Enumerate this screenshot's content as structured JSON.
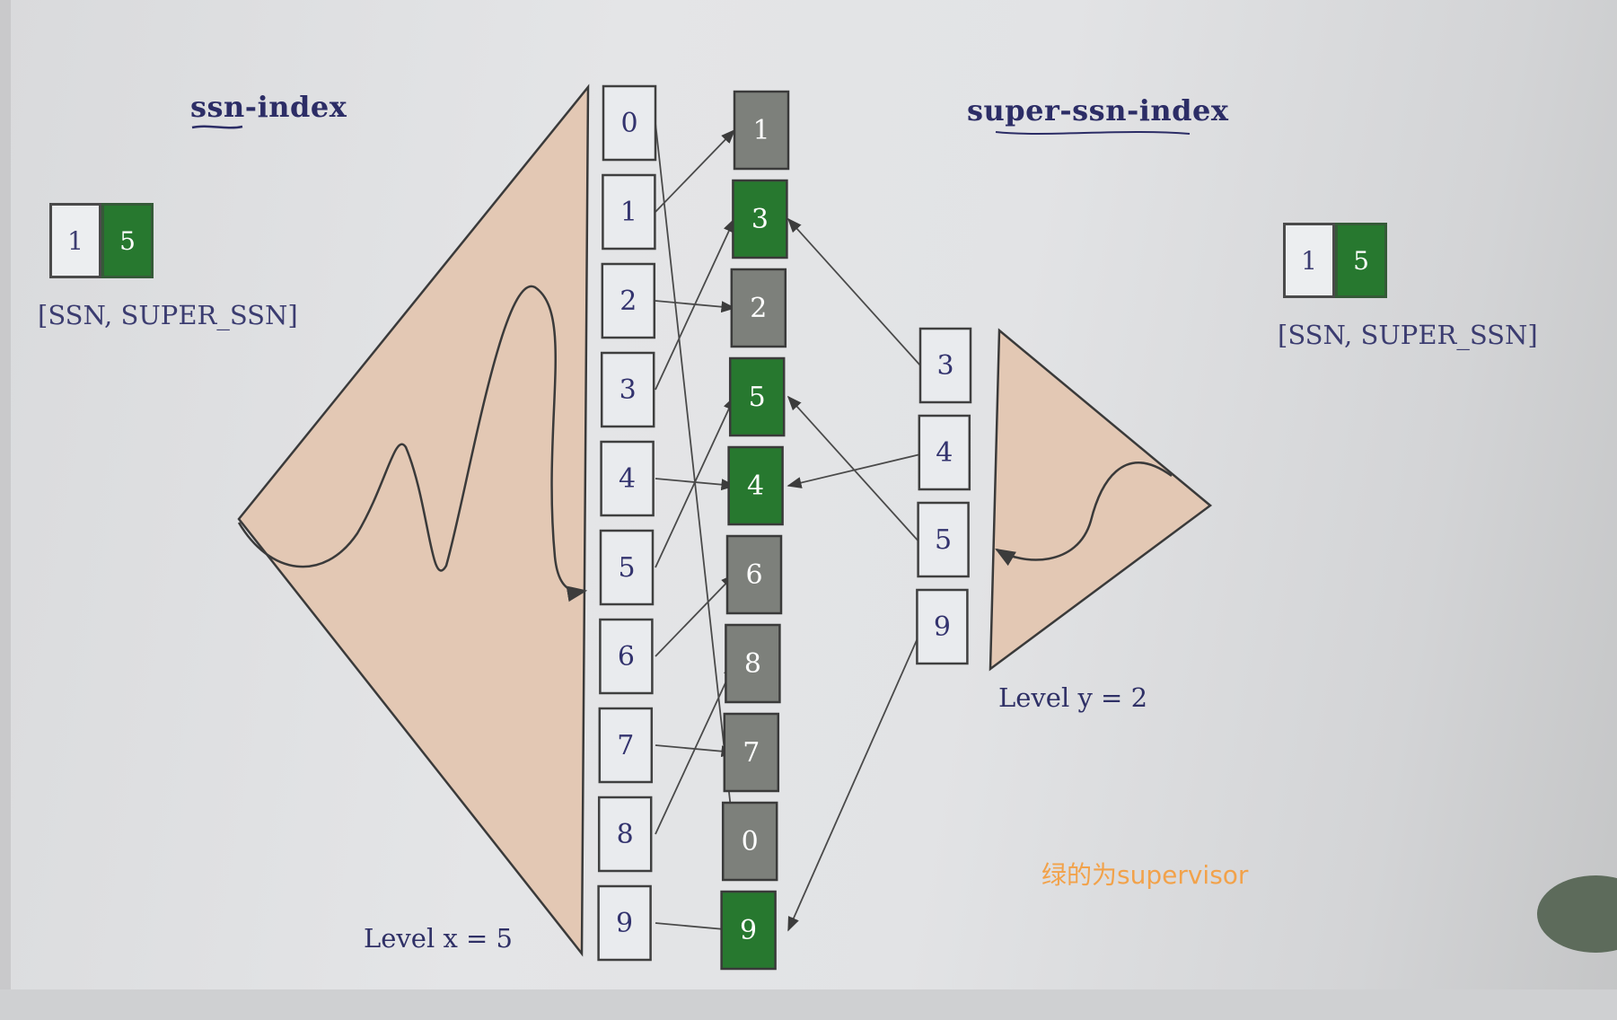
{
  "left_panel": {
    "title": "ssn-index",
    "legend": {
      "ssn": "1",
      "super_ssn": "5",
      "caption": "[SSN, SUPER_SSN]"
    },
    "level_caption": "Level x = 5"
  },
  "right_panel": {
    "title": "super-ssn-index",
    "legend": {
      "ssn": "1",
      "super_ssn": "5",
      "caption": "[SSN, SUPER_SSN]"
    },
    "level_caption": "Level y = 2"
  },
  "ssn_column": [
    "0",
    "1",
    "2",
    "3",
    "4",
    "5",
    "6",
    "7",
    "8",
    "9"
  ],
  "super_ssn_column": [
    {
      "label": "1",
      "status": "gray"
    },
    {
      "label": "3",
      "status": "green"
    },
    {
      "label": "2",
      "status": "gray"
    },
    {
      "label": "5",
      "status": "green"
    },
    {
      "label": "4",
      "status": "green"
    },
    {
      "label": "6",
      "status": "gray"
    },
    {
      "label": "8",
      "status": "gray"
    },
    {
      "label": "7",
      "status": "gray"
    },
    {
      "label": "0",
      "status": "gray"
    },
    {
      "label": "9",
      "status": "green"
    }
  ],
  "level_y_column": [
    "3",
    "4",
    "5",
    "9"
  ],
  "links_ssn_to_super": [
    [
      0,
      8
    ],
    [
      1,
      0
    ],
    [
      2,
      2
    ],
    [
      3,
      1
    ],
    [
      4,
      4
    ],
    [
      5,
      3
    ],
    [
      6,
      5
    ],
    [
      7,
      7
    ],
    [
      8,
      6
    ],
    [
      9,
      9
    ]
  ],
  "links_level_y_to_super": [
    [
      0,
      1
    ],
    [
      1,
      4
    ],
    [
      2,
      3
    ],
    [
      3,
      9
    ]
  ],
  "colors": {
    "green": "#27782f",
    "gray": "#7d807b",
    "triangle_fill": "#e3c8b4",
    "ink": "#2f3066"
  },
  "watermark": "绿的为supervisor"
}
